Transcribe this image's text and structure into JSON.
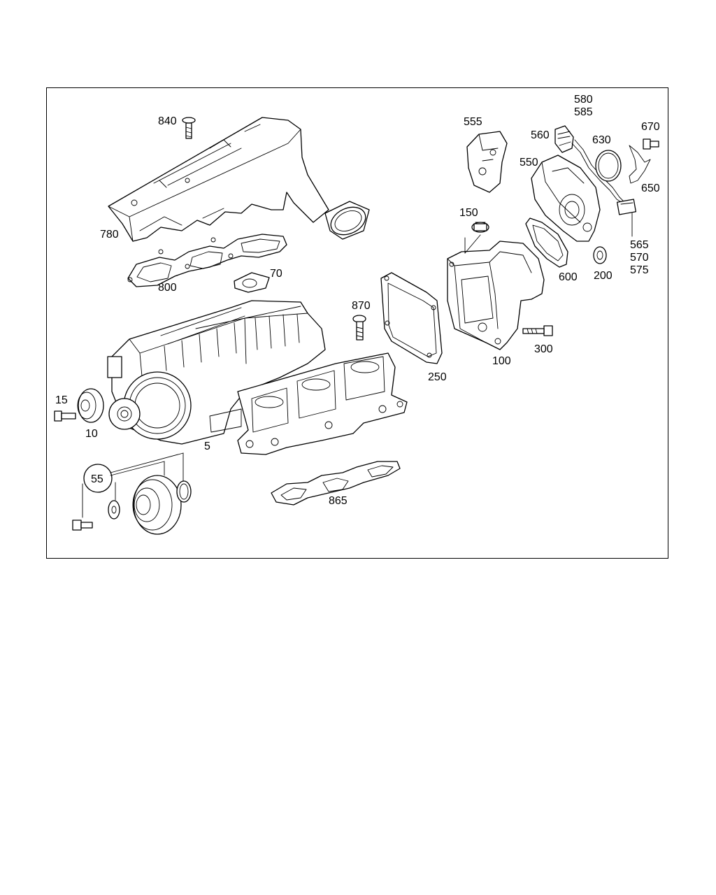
{
  "labels": {
    "l840": "840",
    "l780": "780",
    "l800": "800",
    "l70": "70",
    "l870": "870",
    "l15": "15",
    "l10": "10",
    "l5": "5",
    "l55": "55",
    "l865": "865",
    "l555": "555",
    "l580": "580",
    "l585": "585",
    "l560": "560",
    "l630": "630",
    "l670": "670",
    "l550": "550",
    "l650": "650",
    "l150": "150",
    "l565": "565",
    "l570": "570",
    "l575": "575",
    "l600": "600",
    "l200": "200",
    "l250": "250",
    "l100": "100",
    "l300": "300"
  }
}
